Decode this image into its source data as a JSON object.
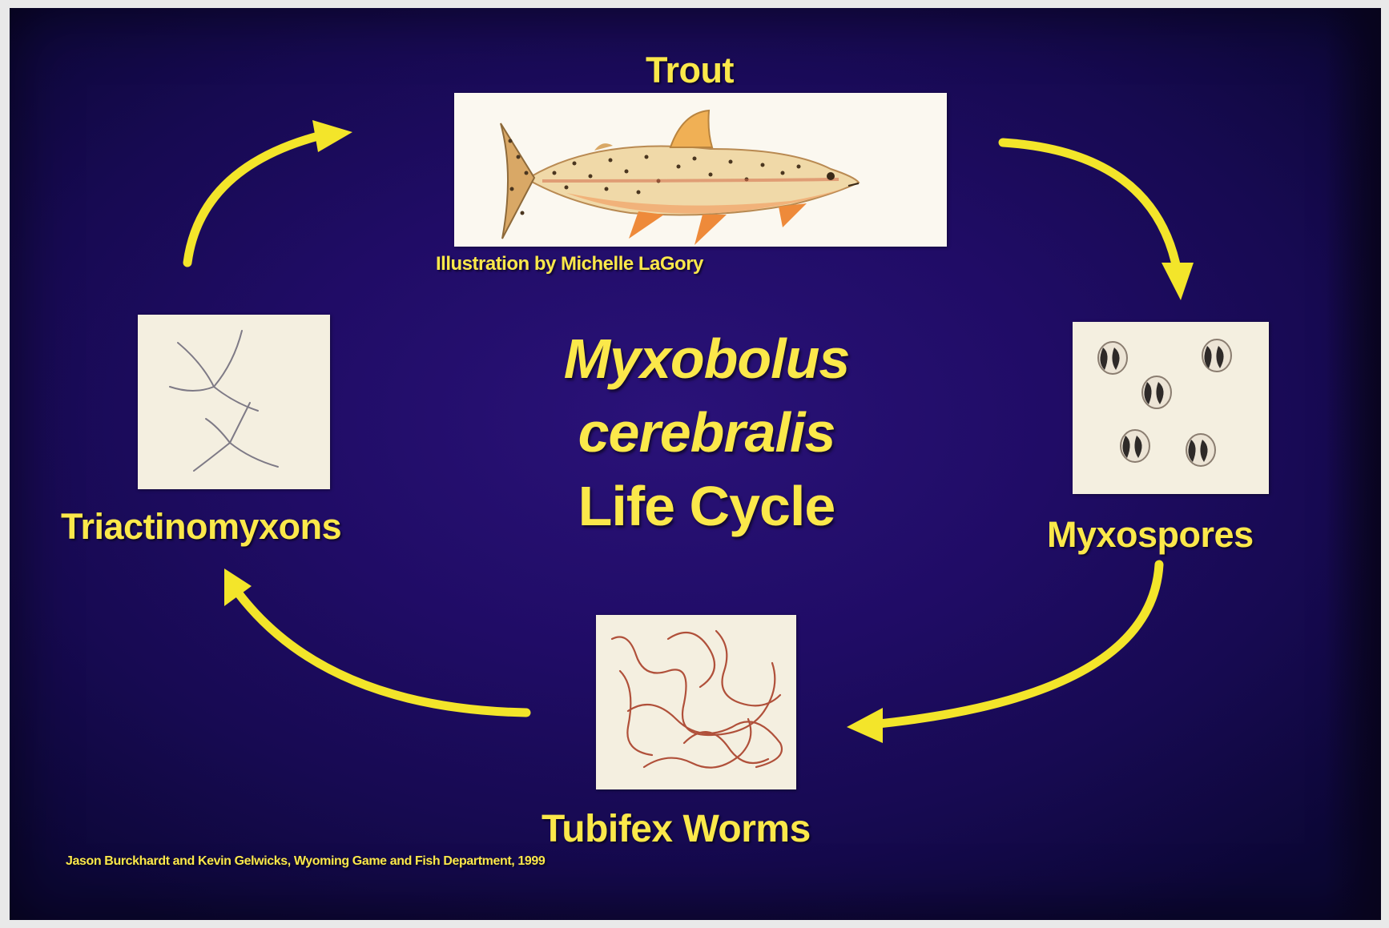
{
  "title": {
    "genus": "Myxobolus",
    "species": "cerebralis",
    "subtitle": "Life Cycle"
  },
  "stages": {
    "trout": "Trout",
    "myxospores": "Myxospores",
    "tubifex": "Tubifex Worms",
    "triactinomyxons": "Triactinomyxons"
  },
  "credits": {
    "illustration": "Illustration by Michelle LaGory",
    "source": "Jason Burckhardt and Kevin Gelwicks, Wyoming Game and Fish Department, 1999"
  },
  "colors": {
    "background": "#200c66",
    "text": "#fbe84a",
    "arrow": "#f3e52a",
    "photo": "#f4efe0"
  },
  "icons": {
    "arrows": "curved-arrow",
    "trout": "trout-illustration",
    "myxospores": "myxospore-micrograph",
    "tubifex": "worm-micrograph",
    "triactinomyxons": "triactinomyxon-micrograph"
  }
}
